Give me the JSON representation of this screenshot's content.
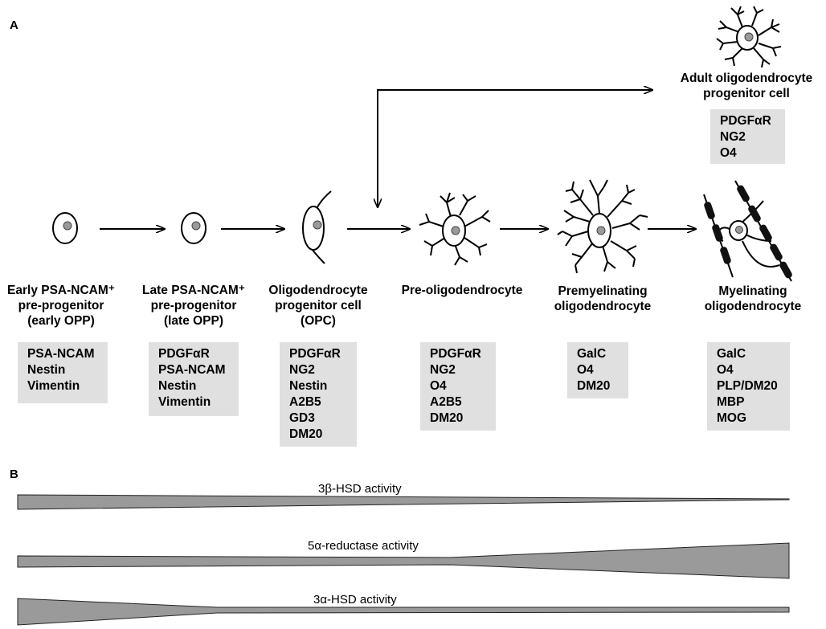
{
  "panel_labels": {
    "a": "A",
    "b": "B"
  },
  "stages": [
    {
      "id": "early-opp",
      "name_lines": [
        "Early PSA-NCAM⁺",
        "pre-progenitor",
        "(early OPP)"
      ],
      "markers": [
        "PSA-NCAM",
        "Nestin",
        "Vimentin"
      ]
    },
    {
      "id": "late-opp",
      "name_lines": [
        "Late PSA-NCAM⁺",
        "pre-progenitor",
        "(late OPP)"
      ],
      "markers": [
        "PDGFαR",
        "PSA-NCAM",
        "Nestin",
        "Vimentin"
      ]
    },
    {
      "id": "opc",
      "name_lines": [
        "Oligodendrocyte",
        "progenitor cell",
        "(OPC)"
      ],
      "markers": [
        "PDGFαR",
        "NG2",
        "Nestin",
        "A2B5",
        "GD3",
        "DM20"
      ]
    },
    {
      "id": "pre-oligodendrocyte",
      "name_lines": [
        "Pre-oligodendrocyte"
      ],
      "markers": [
        "PDGFαR",
        "NG2",
        "O4",
        "A2B5",
        "DM20"
      ]
    },
    {
      "id": "premyelinating",
      "name_lines": [
        "Premyelinating",
        "oligodendrocyte"
      ],
      "markers": [
        "GalC",
        "O4",
        "DM20"
      ]
    },
    {
      "id": "myelinating",
      "name_lines": [
        "Myelinating",
        "oligodendrocyte"
      ],
      "markers": [
        "GalC",
        "O4",
        "PLP/DM20",
        "MBP",
        "MOG"
      ]
    }
  ],
  "adult_opc": {
    "name_lines": [
      "Adult oligodendrocyte",
      "progenitor cell"
    ],
    "markers": [
      "PDGFαR",
      "NG2",
      "O4"
    ]
  },
  "activities": [
    {
      "id": "3beta-hsd",
      "label": "3β-HSD activity",
      "trend": "decreasing"
    },
    {
      "id": "5alpha-reductase",
      "label": "5α-reductase activity",
      "trend": "increasing"
    },
    {
      "id": "3alpha-hsd",
      "label": "3α-HSD activity",
      "trend": "decreasing"
    }
  ],
  "colors": {
    "box_fill": "#e0e0e0",
    "wedge_fill": "#9a9a9a",
    "nucleus": "#9a9a9a",
    "myelin": "#111111"
  }
}
